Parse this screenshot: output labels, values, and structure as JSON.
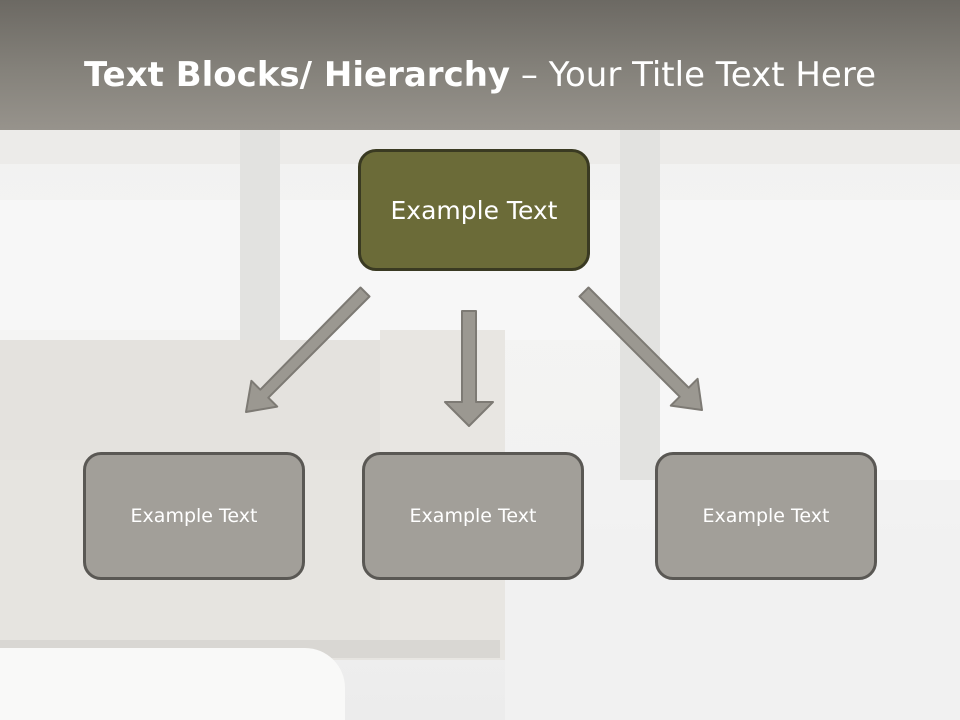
{
  "title": {
    "bold": "Text Blocks/ Hierarchy",
    "separator": " – ",
    "rest": "Your Title Text Here"
  },
  "diagram": {
    "top": {
      "label": "Example Text"
    },
    "children": [
      {
        "label": "Example Text"
      },
      {
        "label": "Example Text"
      },
      {
        "label": "Example Text"
      }
    ]
  },
  "colors": {
    "top_box": "#6b6b38",
    "child_box": "#a29f99",
    "arrow": "#9b9891",
    "title_bar": "#85827b"
  }
}
